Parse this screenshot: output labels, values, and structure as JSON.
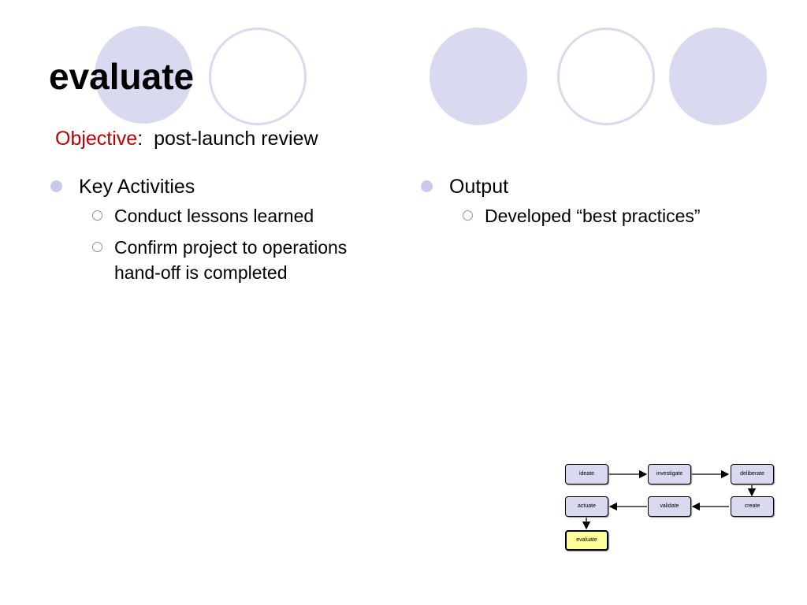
{
  "slide": {
    "title": "evaluate",
    "objective": {
      "label": "Objective",
      "separator": ":",
      "text": "post-launch review"
    },
    "left_column": {
      "heading": "Key Activities",
      "items": [
        "Conduct lessons learned",
        "Confirm project to operations hand-off is completed"
      ]
    },
    "right_column": {
      "heading": "Output",
      "items": [
        "Developed “best practices”"
      ]
    }
  },
  "flow": {
    "nodes": [
      "ideate",
      "investigate",
      "deliberate",
      "create",
      "validate",
      "actuate",
      "evaluate"
    ],
    "current": "evaluate"
  },
  "colors": {
    "circle_fill": "#d9d9f0",
    "objective_label": "#c00000",
    "node_fill": "#d9d9ef",
    "active_node_fill": "#ffff99"
  }
}
